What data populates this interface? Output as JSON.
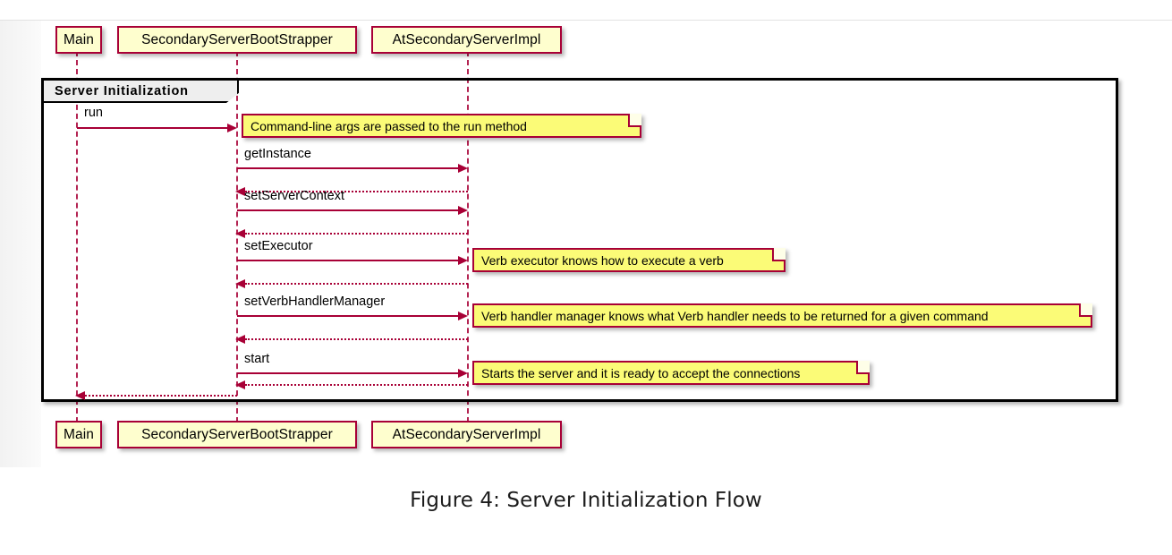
{
  "figure": {
    "caption": "Figure 4: Server Initialization Flow"
  },
  "diagram": {
    "type": "uml-sequence-diagram",
    "frame": {
      "label": "Server Initialization"
    },
    "colors": {
      "participant_fill": "#FEFECE",
      "participant_border": "#A80036",
      "note_fill": "#FBFB77",
      "note_border": "#A80036",
      "arrow": "#A80036",
      "frame_border": "#000000",
      "frame_label_fill": "#EEEEEE"
    },
    "participants": [
      {
        "name": "Main"
      },
      {
        "name": "SecondaryServerBootStrapper"
      },
      {
        "name": "AtSecondaryServerImpl"
      }
    ],
    "messages": [
      {
        "label": "run",
        "kind": "call",
        "from": "Main",
        "to": "SecondaryServerBootStrapper"
      },
      {
        "label": "getInstance",
        "kind": "call",
        "from": "SecondaryServerBootStrapper",
        "to": "AtSecondaryServerImpl"
      },
      {
        "label": "",
        "kind": "return",
        "from": "AtSecondaryServerImpl",
        "to": "SecondaryServerBootStrapper"
      },
      {
        "label": "setServerContext",
        "kind": "call",
        "from": "SecondaryServerBootStrapper",
        "to": "AtSecondaryServerImpl"
      },
      {
        "label": "",
        "kind": "return",
        "from": "AtSecondaryServerImpl",
        "to": "SecondaryServerBootStrapper"
      },
      {
        "label": "setExecutor",
        "kind": "call",
        "from": "SecondaryServerBootStrapper",
        "to": "AtSecondaryServerImpl"
      },
      {
        "label": "",
        "kind": "return",
        "from": "AtSecondaryServerImpl",
        "to": "SecondaryServerBootStrapper"
      },
      {
        "label": "setVerbHandlerManager",
        "kind": "call",
        "from": "SecondaryServerBootStrapper",
        "to": "AtSecondaryServerImpl"
      },
      {
        "label": "",
        "kind": "return",
        "from": "AtSecondaryServerImpl",
        "to": "SecondaryServerBootStrapper"
      },
      {
        "label": "start",
        "kind": "call",
        "from": "SecondaryServerBootStrapper",
        "to": "AtSecondaryServerImpl"
      },
      {
        "label": "",
        "kind": "return",
        "from": "AtSecondaryServerImpl",
        "to": "SecondaryServerBootStrapper"
      },
      {
        "label": "",
        "kind": "return",
        "from": "SecondaryServerBootStrapper",
        "to": "Main"
      }
    ],
    "notes": [
      {
        "text": "Command-line args are passed to the run method"
      },
      {
        "text": "Verb executor knows how to execute a verb"
      },
      {
        "text": "Verb handler manager knows what Verb handler needs to be returned for a given command"
      },
      {
        "text": "Starts the server and it is ready to accept the connections"
      }
    ]
  }
}
